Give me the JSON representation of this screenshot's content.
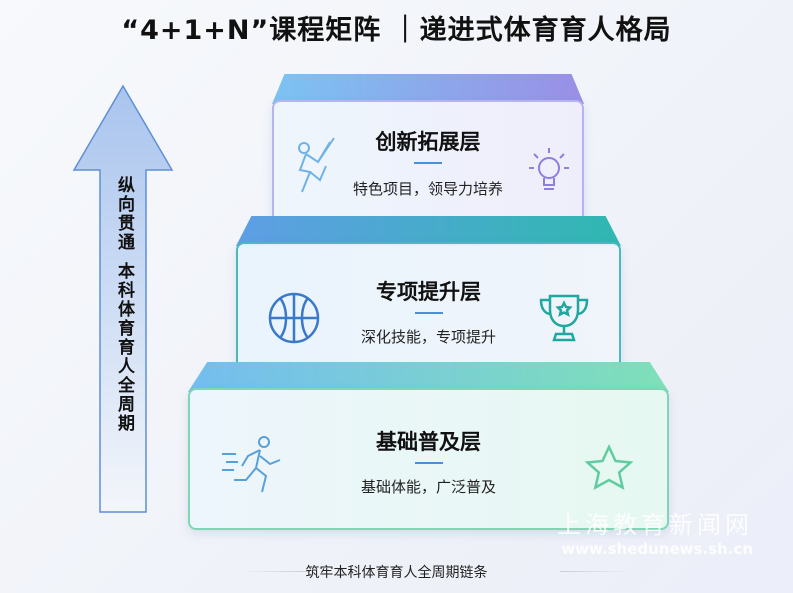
{
  "title": "“4+1+N”课程矩阵 ｜递进式体育育人格局",
  "arrow": {
    "label_1": "纵向贯通",
    "label_2": "本科体育育人全周期"
  },
  "tiers": [
    {
      "heading": "创新拓展层",
      "subtitle": "特色项目，领导力培养",
      "left_icon": "climber-icon",
      "right_icon": "lightbulb-icon",
      "color": "#8e8be8"
    },
    {
      "heading": "专项提升层",
      "subtitle": "深化技能，专项提升",
      "left_icon": "basketball-icon",
      "right_icon": "trophy-icon",
      "color": "#2fb3b0"
    },
    {
      "heading": "基础普及层",
      "subtitle": "基础体能，广泛普及",
      "left_icon": "runner-icon",
      "right_icon": "star-icon",
      "color": "#5fd3a6"
    }
  ],
  "footer": "筑牢本科体育育人全周期链条",
  "watermark": {
    "name": "上海教育新闻网",
    "url": "www.shedunews.sh.cn"
  }
}
